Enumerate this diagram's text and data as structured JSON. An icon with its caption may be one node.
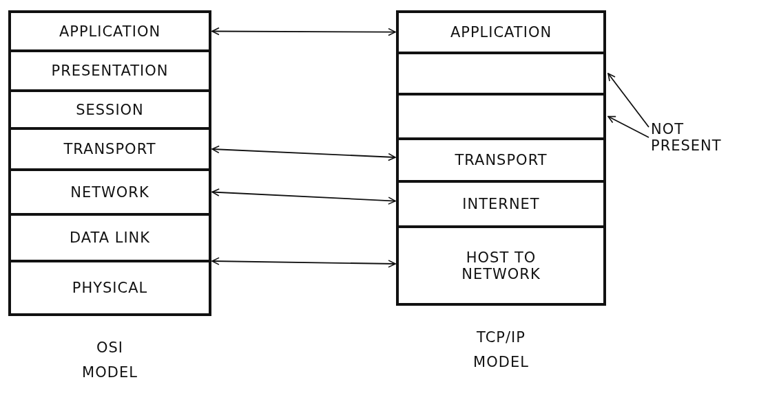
{
  "diagram": {
    "nodes": [
      {
        "text": [],
        "shape": "box",
        "beside": [
          "OSI MODEL"
        ]
      },
      {
        "text": [
          "APPLICATION"
        ],
        "in": 0
      },
      {
        "text": [
          "PRESENTATION"
        ],
        "in": 0
      },
      {
        "text": [
          "SESSION"
        ],
        "in": 0
      },
      {
        "text": [
          "TRANSPORT"
        ],
        "in": 0
      },
      {
        "text": [
          "NETWORK"
        ],
        "in": 0
      },
      {
        "text": [
          "DATA LINK"
        ],
        "in": 0
      },
      {
        "text": [
          "PHYSICAL"
        ],
        "in": 0
      },
      {
        "text": [],
        "shape": "box",
        "beside": [
          "TCP/IP MODEL"
        ]
      },
      {
        "text": [
          "APPLICATION"
        ],
        "in": 8
      },
      {
        "text": [],
        "shape": "box",
        "in": 8
      },
      {
        "text": [],
        "shape": "box",
        "in": 8
      },
      {
        "text": [
          "TRANSPORT"
        ],
        "in": 8
      },
      {
        "text": [
          "INTERNET"
        ],
        "in": 8
      },
      {
        "text": [
          "HOST TO NETWORK"
        ],
        "in": 8
      },
      {
        "text": [
          "NOT PRESENT"
        ]
      }
    ],
    "edges": [
      {
        "from": 1,
        "to": 9,
        "arrow": "both"
      },
      {
        "from": 4,
        "to": 12,
        "arrow": "both"
      },
      {
        "from": 5,
        "to": 13,
        "arrow": "both"
      },
      {
        "from": 6,
        "to": 14,
        "arrow": "both"
      },
      {
        "from": 7,
        "to": 14,
        "arrow": "both"
      },
      {
        "from": 15,
        "to": 10,
        "arrow": "to"
      },
      {
        "from": 15,
        "to": 11,
        "arrow": "to"
      }
    ]
  }
}
